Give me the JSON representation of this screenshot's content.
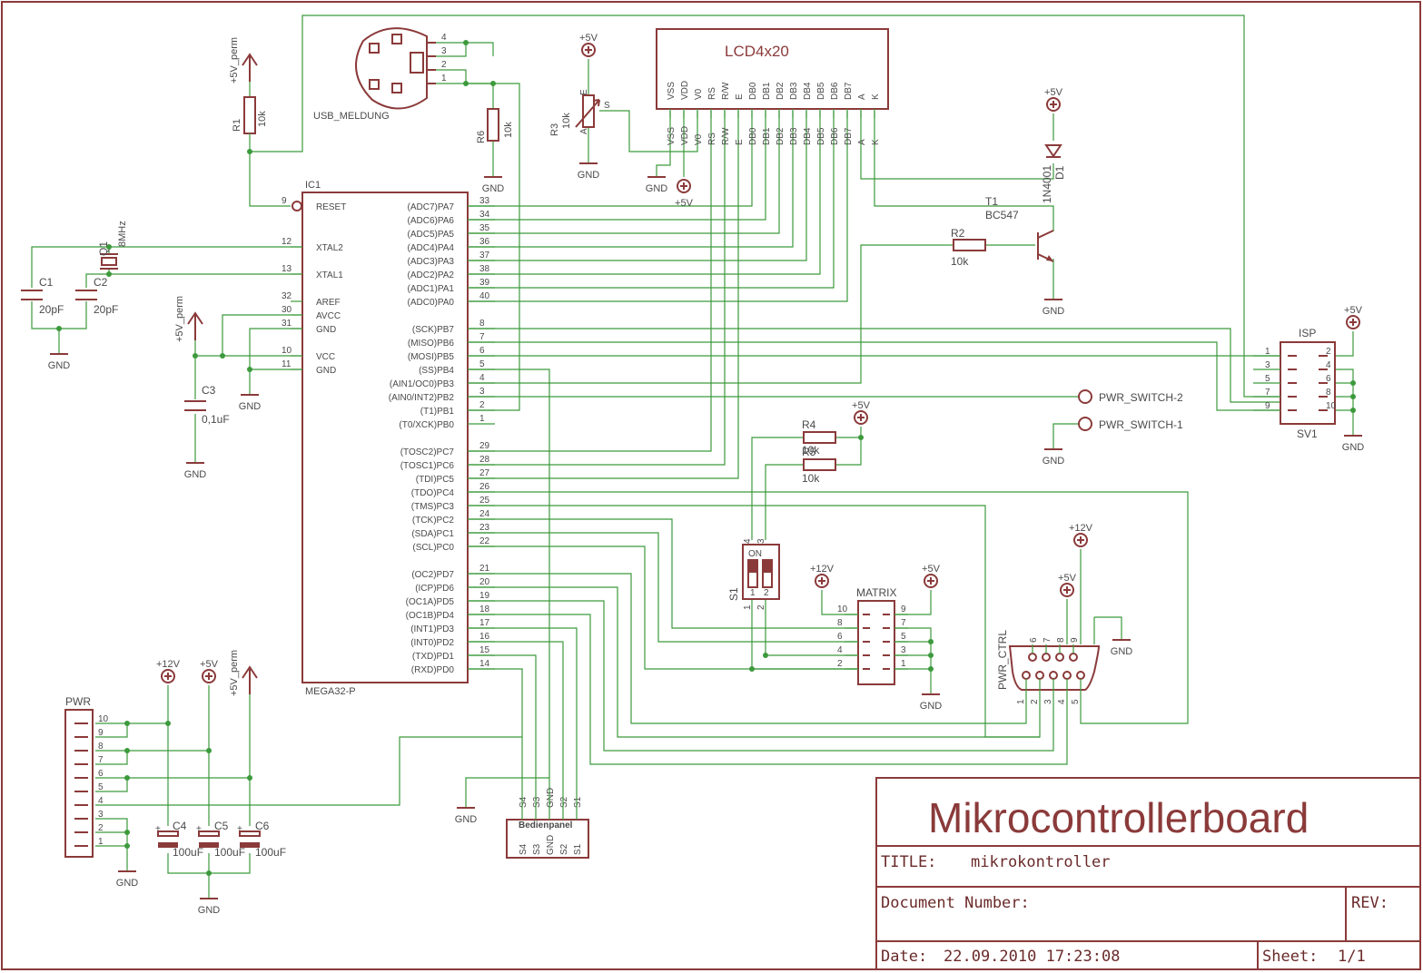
{
  "frame": {
    "title": "Mikrocontrollerboard",
    "title_label": "TITLE:",
    "title_value": "mikrokontroller",
    "document_number_label": "Document Number:",
    "rev_label": "REV:",
    "date_label": "Date:",
    "date_value": "22.09.2010 17:23:08",
    "sheet_label": "Sheet:",
    "sheet_value": "1/1"
  },
  "ic1": {
    "ref": "IC1",
    "value": "MEGA32-P",
    "left_pins": [
      {
        "num": "9",
        "name": "RESET"
      },
      {
        "num": "12",
        "name": "XTAL2"
      },
      {
        "num": "13",
        "name": "XTAL1"
      },
      {
        "num": "32",
        "name": "AREF"
      },
      {
        "num": "30",
        "name": "AVCC"
      },
      {
        "num": "31",
        "name": "GND"
      },
      {
        "num": "10",
        "name": "VCC"
      },
      {
        "num": "11",
        "name": "GND"
      }
    ],
    "right_pins": [
      {
        "num": "33",
        "name": "(ADC7)PA7"
      },
      {
        "num": "34",
        "name": "(ADC6)PA6"
      },
      {
        "num": "35",
        "name": "(ADC5)PA5"
      },
      {
        "num": "36",
        "name": "(ADC4)PA4"
      },
      {
        "num": "37",
        "name": "(ADC3)PA3"
      },
      {
        "num": "38",
        "name": "(ADC2)PA2"
      },
      {
        "num": "39",
        "name": "(ADC1)PA1"
      },
      {
        "num": "40",
        "name": "(ADC0)PA0"
      },
      {
        "num": "8",
        "name": "(SCK)PB7"
      },
      {
        "num": "7",
        "name": "(MISO)PB6"
      },
      {
        "num": "6",
        "name": "(MOSI)PB5"
      },
      {
        "num": "5",
        "name": "(SS)PB4"
      },
      {
        "num": "4",
        "name": "(AIN1/OC0)PB3"
      },
      {
        "num": "3",
        "name": "(AIN0/INT2)PB2"
      },
      {
        "num": "2",
        "name": "(T1)PB1"
      },
      {
        "num": "1",
        "name": "(T0/XCK)PB0"
      },
      {
        "num": "29",
        "name": "(TOSC2)PC7"
      },
      {
        "num": "28",
        "name": "(TOSC1)PC6"
      },
      {
        "num": "27",
        "name": "(TDI)PC5"
      },
      {
        "num": "26",
        "name": "(TDO)PC4"
      },
      {
        "num": "25",
        "name": "(TMS)PC3"
      },
      {
        "num": "24",
        "name": "(TCK)PC2"
      },
      {
        "num": "23",
        "name": "(SDA)PC1"
      },
      {
        "num": "22",
        "name": "(SCL)PC0"
      },
      {
        "num": "21",
        "name": "(OC2)PD7"
      },
      {
        "num": "20",
        "name": "(ICP)PD6"
      },
      {
        "num": "19",
        "name": "(OC1A)PD5"
      },
      {
        "num": "18",
        "name": "(OC1B)PD4"
      },
      {
        "num": "17",
        "name": "(INT1)PD3"
      },
      {
        "num": "16",
        "name": "(INT0)PD2"
      },
      {
        "num": "15",
        "name": "(TXD)PD1"
      },
      {
        "num": "14",
        "name": "(RXD)PD0"
      }
    ]
  },
  "lcd": {
    "name": "LCD4x20",
    "pins": [
      "VSS",
      "VDD",
      "V0",
      "RS",
      "R/W",
      "E",
      "DB0",
      "DB1",
      "DB2",
      "DB3",
      "DB4",
      "DB5",
      "DB6",
      "DB7",
      "A",
      "K"
    ]
  },
  "labels": {
    "gnd": "GND",
    "p5v": "+5V",
    "p12v": "+12V",
    "p5vperm": "+5V_perm",
    "r1": "R1",
    "r1v": "10k",
    "r2": "R2",
    "r2v": "10k",
    "r3": "R3",
    "r3v": "10k",
    "r4": "R4",
    "r4v": "10k",
    "r5": "R5",
    "r5v": "10k",
    "r6": "R6",
    "r6v": "10k",
    "c1": "C1",
    "c1v": "20pF",
    "c2": "C2",
    "c2v": "20pF",
    "c3": "C3",
    "c3v": "0,1uF",
    "c4": "C4",
    "c5": "C5",
    "c6": "C6",
    "cbig": "100uF",
    "q1": "Q1",
    "q1v": "8MHz",
    "t1": "T1",
    "t1v": "BC547",
    "d1": "D1",
    "d1v": "1N4001",
    "usb": "USB_MELDUNG",
    "isp": "ISP",
    "sv1": "SV1",
    "matrix": "MATRIX",
    "pwr": "PWR",
    "pwrctrl": "PWR_CTRL",
    "s1": "S1",
    "on": "ON",
    "pwrsw2": "PWR_SWITCH-2",
    "pwrsw1": "PWR_SWITCH-1",
    "bedienpanel": "Bedienpanel",
    "pot_a": "A",
    "pot_e": "E",
    "pot_s": "S"
  },
  "bedien_pins": [
    "S4",
    "S3",
    "GND",
    "S2",
    "S1"
  ],
  "isp_left": [
    "1",
    "3",
    "5",
    "7",
    "9"
  ],
  "isp_right": [
    "2",
    "4",
    "6",
    "8",
    "10"
  ],
  "matrix_left": [
    "10",
    "8",
    "6",
    "4",
    "2"
  ],
  "matrix_right": [
    "9",
    "7",
    "5",
    "3",
    "1"
  ],
  "pwr_pins": [
    "10",
    "9",
    "8",
    "7",
    "6",
    "5",
    "4",
    "3",
    "2",
    "1"
  ],
  "dsub_top": [
    "6",
    "7",
    "8",
    "9"
  ],
  "dsub_bottom": [
    "1",
    "2",
    "3",
    "4",
    "5"
  ],
  "usb_pins": [
    "4",
    "3",
    "2",
    "1"
  ],
  "s1_pins": [
    "4",
    "3",
    "1",
    "2"
  ]
}
